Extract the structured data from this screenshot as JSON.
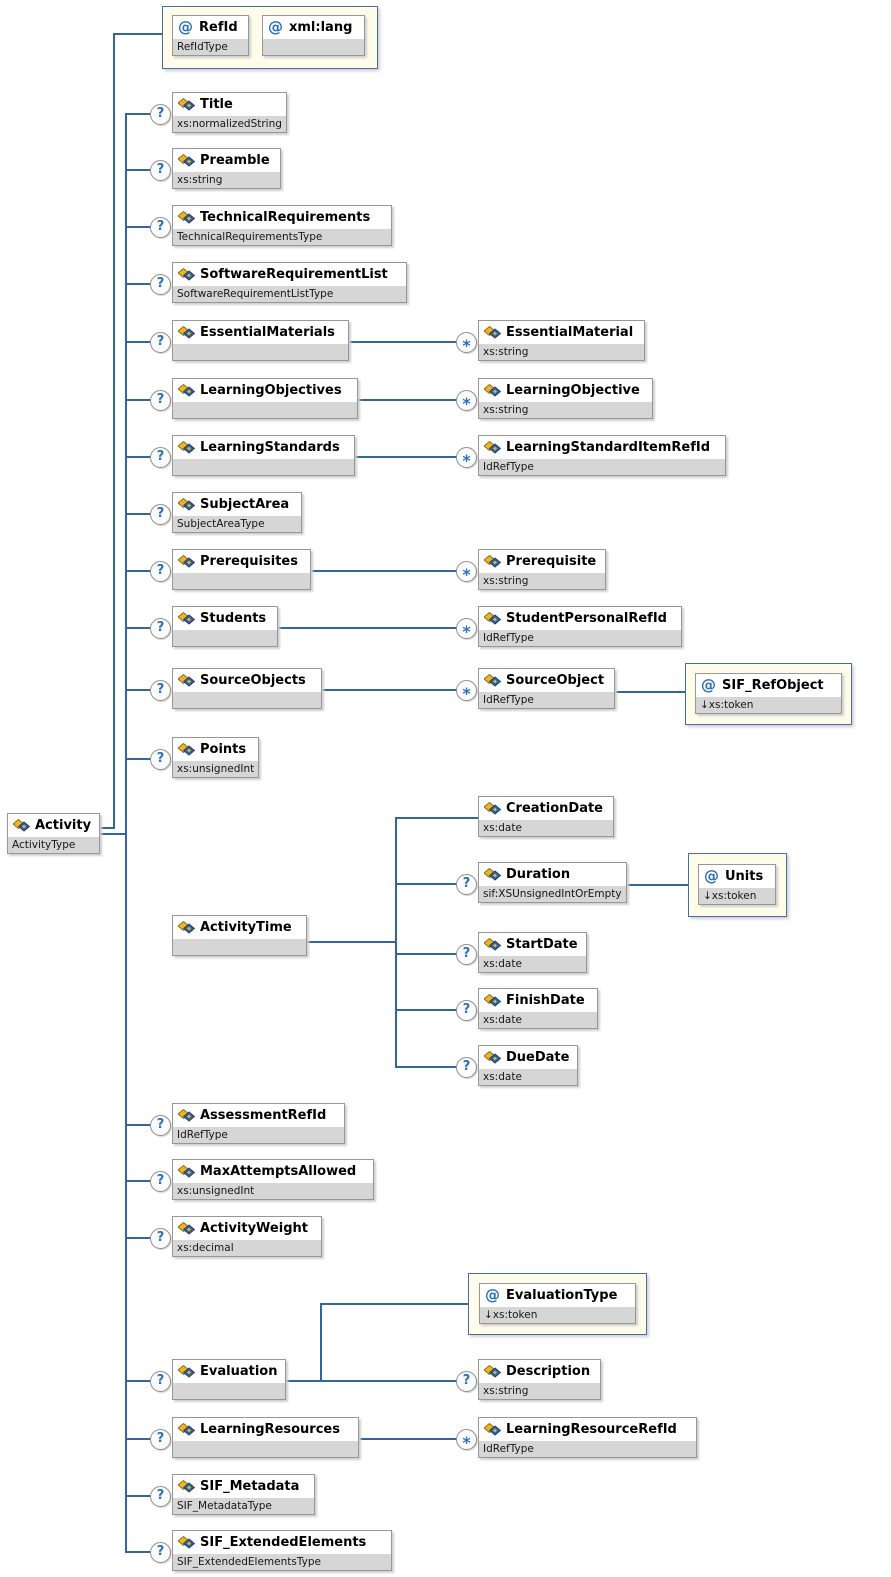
{
  "symbols": {
    "attribute": "@",
    "optional": "?",
    "repeat": "*"
  },
  "n": {
    "activity": {
      "label": "Activity",
      "type": "ActivityType"
    },
    "refid": {
      "label": "RefId",
      "type": "RefIdType"
    },
    "xml_lang": {
      "label": "xml:lang",
      "type": ""
    },
    "title": {
      "label": "Title",
      "type": "xs:normalizedString"
    },
    "preamble": {
      "label": "Preamble",
      "type": "xs:string"
    },
    "technical_requirements": {
      "label": "TechnicalRequirements",
      "type": "TechnicalRequirementsType"
    },
    "software_requirement_list": {
      "label": "SoftwareRequirementList",
      "type": "SoftwareRequirementListType"
    },
    "essential_materials": {
      "label": "EssentialMaterials",
      "type": ""
    },
    "essential_material": {
      "label": "EssentialMaterial",
      "type": "xs:string"
    },
    "learning_objectives": {
      "label": "LearningObjectives",
      "type": ""
    },
    "learning_objective": {
      "label": "LearningObjective",
      "type": "xs:string"
    },
    "learning_standards": {
      "label": "LearningStandards",
      "type": ""
    },
    "learning_standard_item_refid": {
      "label": "LearningStandardItemRefId",
      "type": "IdRefType"
    },
    "subject_area": {
      "label": "SubjectArea",
      "type": "SubjectAreaType"
    },
    "prerequisites": {
      "label": "Prerequisites",
      "type": ""
    },
    "prerequisite": {
      "label": "Prerequisite",
      "type": "xs:string"
    },
    "students": {
      "label": "Students",
      "type": ""
    },
    "student_personal_refid": {
      "label": "StudentPersonalRefId",
      "type": "IdRefType"
    },
    "source_objects": {
      "label": "SourceObjects",
      "type": ""
    },
    "source_object": {
      "label": "SourceObject",
      "type": "IdRefType"
    },
    "sif_refobject": {
      "label": "SIF_RefObject",
      "type": "↓xs:token"
    },
    "points": {
      "label": "Points",
      "type": "xs:unsignedInt"
    },
    "activity_time": {
      "label": "ActivityTime",
      "type": ""
    },
    "creation_date": {
      "label": "CreationDate",
      "type": "xs:date"
    },
    "duration": {
      "label": "Duration",
      "type": "sif:XSUnsignedIntOrEmpty"
    },
    "units": {
      "label": "Units",
      "type": "↓xs:token"
    },
    "start_date": {
      "label": "StartDate",
      "type": "xs:date"
    },
    "finish_date": {
      "label": "FinishDate",
      "type": "xs:date"
    },
    "due_date": {
      "label": "DueDate",
      "type": "xs:date"
    },
    "assessment_refid": {
      "label": "AssessmentRefId",
      "type": "IdRefType"
    },
    "max_attempts_allowed": {
      "label": "MaxAttemptsAllowed",
      "type": "xs:unsignedInt"
    },
    "activity_weight": {
      "label": "ActivityWeight",
      "type": "xs:decimal"
    },
    "evaluation": {
      "label": "Evaluation",
      "type": ""
    },
    "evaluation_type": {
      "label": "EvaluationType",
      "type": "↓xs:token"
    },
    "description": {
      "label": "Description",
      "type": "xs:string"
    },
    "learning_resources": {
      "label": "LearningResources",
      "type": ""
    },
    "learning_resource_refid": {
      "label": "LearningResourceRefId",
      "type": "IdRefType"
    },
    "sif_metadata": {
      "label": "SIF_Metadata",
      "type": "SIF_MetadataType"
    },
    "sif_extended_elements": {
      "label": "SIF_ExtendedElements",
      "type": "SIF_ExtendedElementsType"
    }
  }
}
